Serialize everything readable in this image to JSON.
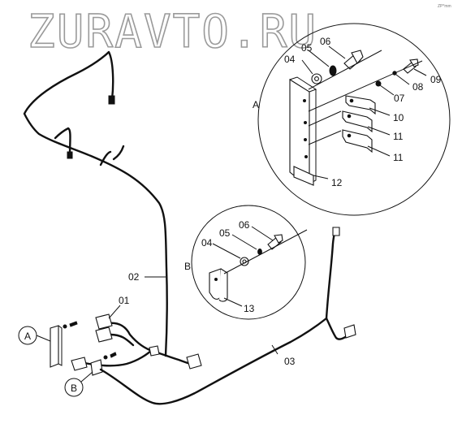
{
  "watermark": "ZURAVTO.RU",
  "corner_mark": "ZP*mm",
  "detail_a": {
    "letter": "A",
    "labels": [
      "04",
      "05",
      "06",
      "07",
      "08",
      "09",
      "10",
      "11",
      "11",
      "12"
    ]
  },
  "detail_b": {
    "letter": "B",
    "labels": [
      "04",
      "05",
      "06",
      "13"
    ]
  },
  "main": {
    "labels": [
      "01",
      "02",
      "03"
    ],
    "callouts": [
      "A",
      "B"
    ]
  }
}
